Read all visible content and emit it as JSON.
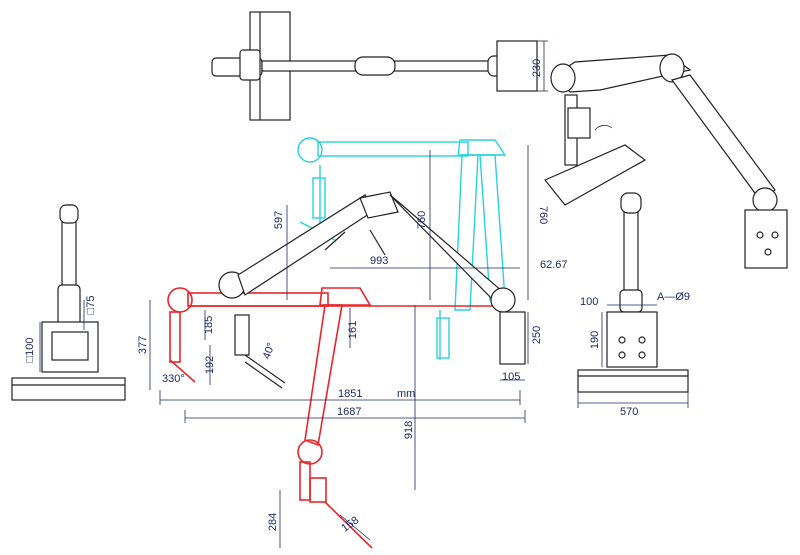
{
  "colors": {
    "outline": "#222222",
    "dimension": "#1e2a66",
    "red_position": "#e8262b",
    "cyan_position": "#27d3dc"
  },
  "dimensions": {
    "top_view_width": "230",
    "front_d100": "□100",
    "front_d75": "□75",
    "reach_597": "597",
    "reach_760_left": "760",
    "reach_760_right": "760",
    "horiz_993": "993",
    "offset_62_67": "62.67",
    "height_377": "377",
    "height_185": "185",
    "height_192": "192",
    "height_161": "161",
    "angle_40": "40°",
    "angle_330": "330°",
    "base_250": "250",
    "base_105": "105",
    "total_1851": "1851",
    "unit_mm": "mm",
    "total_1687": "1687",
    "drop_918": "918",
    "bottom_284": "284",
    "bottom_158": "158",
    "right_100": "100",
    "right_phi9": "A—Ø9",
    "right_190": "190",
    "right_570": "570"
  }
}
